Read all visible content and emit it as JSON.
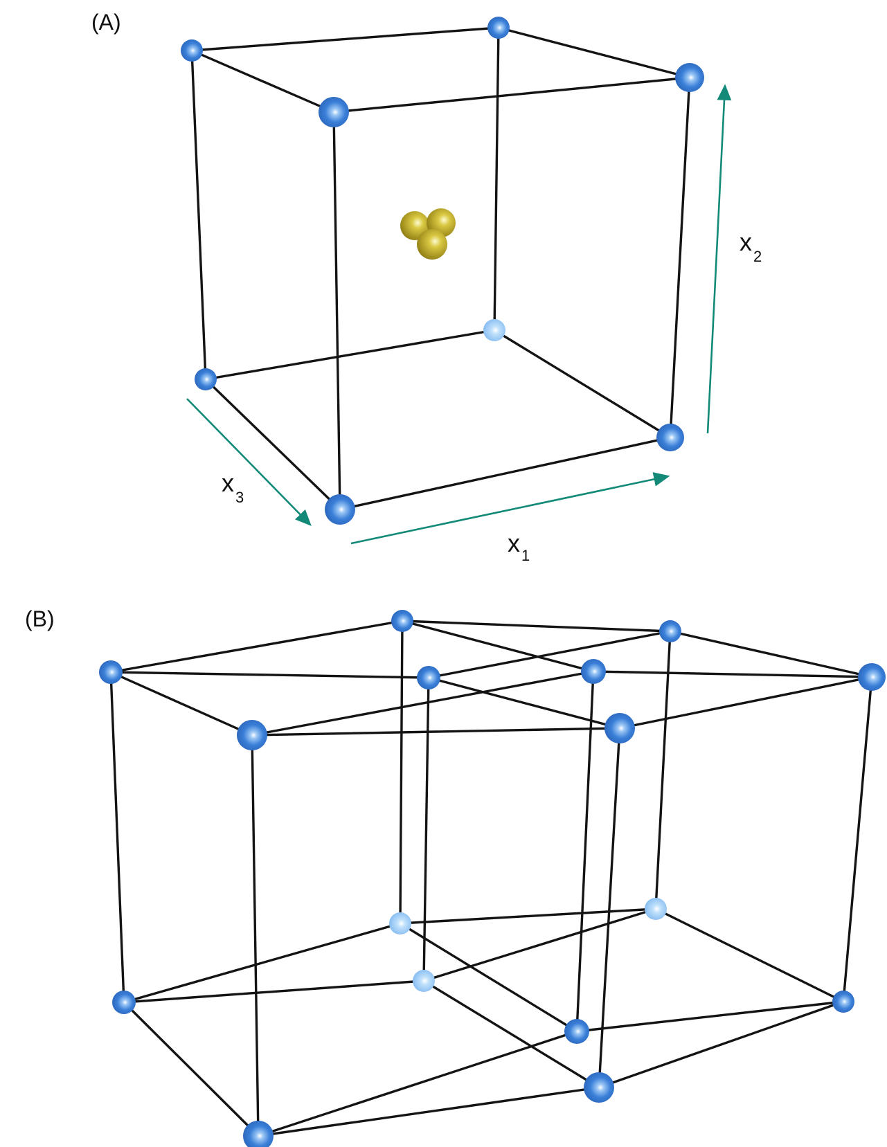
{
  "panels": [
    {
      "label": "(A)"
    },
    {
      "label": "(B)"
    }
  ],
  "axes": [
    {
      "main": "x",
      "sub": "1"
    },
    {
      "main": "x",
      "sub": "2"
    },
    {
      "main": "x",
      "sub": "3"
    }
  ],
  "colors": {
    "atom": "#3a7fd8",
    "atom_back": "#8cc2f4",
    "edge": "#141414",
    "axis_arrow": "#138a78",
    "center_atom": "#b8a61e"
  }
}
